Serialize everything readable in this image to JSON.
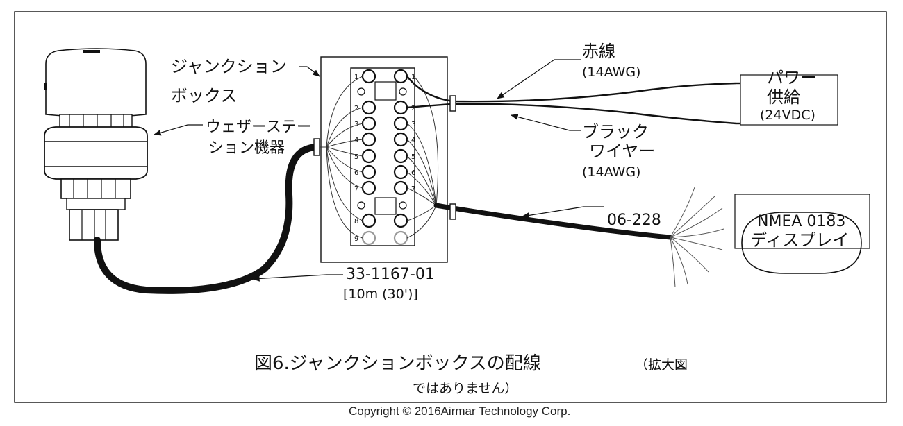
{
  "labels": {
    "junction_box_line1": "ジャンクション",
    "junction_box_line2": "ボックス",
    "weather_station_line1": "ウェザーステー",
    "weather_station_line2": "ション機器",
    "red_wire": "赤線",
    "red_wire_gauge": "(14AWG)",
    "black_wire_line1": "ブラック",
    "black_wire_line2": "ワイヤー",
    "black_wire_gauge": "(14AWG)",
    "power_supply_line1": "パワー",
    "power_supply_line2": "供給",
    "power_supply_voltage": "(24VDC)",
    "cable_06": "06-228",
    "cable_33": "33-1167-01",
    "cable_33_length": "[10m (30')]",
    "nmea_line1": "NMEA 0183",
    "nmea_line2": "ディスプレイ"
  },
  "terminals": {
    "left": [
      "1",
      "2",
      "3",
      "4",
      "5",
      "6",
      "7",
      "8",
      "9"
    ],
    "right": [
      "1",
      "2",
      "3",
      "4",
      "5",
      "6",
      "7"
    ]
  },
  "caption": {
    "main": "図6.ジャンクションボックスの配線",
    "note_line1": "（拡大図",
    "note_line2": "ではありません）"
  },
  "copyright": "Copyright © 2016Airmar Technology Corp.",
  "colors": {
    "line": "#111111",
    "background": "#ffffff"
  }
}
